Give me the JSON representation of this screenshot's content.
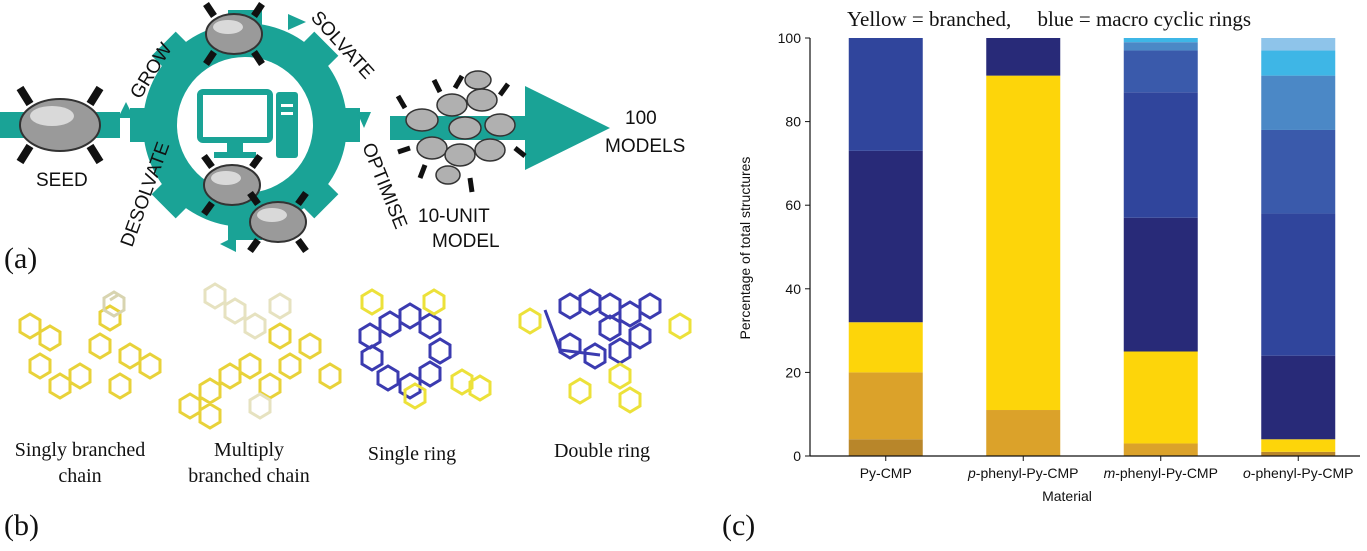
{
  "panel_labels": {
    "a": "(a)",
    "b": "(b)",
    "c": "(c)"
  },
  "workflow": {
    "seed": "SEED",
    "grow": "GROW",
    "solvate": "SOLVATE",
    "optimise": "OPTIMISE",
    "desolvate": "DESOLVATE",
    "model_line1": "10-UNIT",
    "model_line2": "MODEL",
    "result_line1": "100",
    "result_line2": "MODELS",
    "accent_color": "#1aa396"
  },
  "structures": [
    {
      "line1": "Singly branched",
      "line2": "chain",
      "color": "#f1e43a"
    },
    {
      "line1": "Multiply",
      "line2": "branched chain",
      "color": "#f1e43a"
    },
    {
      "line1": "Single ring",
      "line2": "",
      "color": "#3b3bb0"
    },
    {
      "line1": "Double ring",
      "line2": "",
      "color": "#3b3bb0"
    }
  ],
  "chart_data": {
    "type": "bar",
    "stacked": true,
    "title": "Yellow = branched,     blue = macro cyclic rings",
    "xlabel": "Material",
    "ylabel": "Percentage of total structures",
    "ylim": [
      0,
      100
    ],
    "yticks": [
      0,
      20,
      40,
      60,
      80,
      100
    ],
    "categories": [
      {
        "prefix": "",
        "rest": "Py-CMP"
      },
      {
        "prefix": "p",
        "rest": "-phenyl-Py-CMP"
      },
      {
        "prefix": "m",
        "rest": "-phenyl-Py-CMP"
      },
      {
        "prefix": "o",
        "rest": "-phenyl-Py-CMP"
      }
    ],
    "series": [
      {
        "color": "#b8862a",
        "values": [
          4,
          0,
          0,
          1
        ]
      },
      {
        "color": "#dba22a",
        "values": [
          16,
          11,
          3,
          0
        ]
      },
      {
        "color": "#fdd50a",
        "values": [
          12,
          80,
          22,
          3
        ]
      },
      {
        "color": "#282a78",
        "values": [
          41,
          9,
          32,
          20
        ]
      },
      {
        "color": "#30459c",
        "values": [
          27,
          0,
          30,
          34
        ]
      },
      {
        "color": "#3a5aab",
        "values": [
          0,
          0,
          10,
          20
        ]
      },
      {
        "color": "#4b88c6",
        "values": [
          0,
          0,
          2,
          13
        ]
      },
      {
        "color": "#3eb6e6",
        "values": [
          0,
          0,
          1,
          6
        ]
      },
      {
        "color": "#8ec4ea",
        "values": [
          0,
          0,
          0,
          3
        ]
      }
    ]
  }
}
